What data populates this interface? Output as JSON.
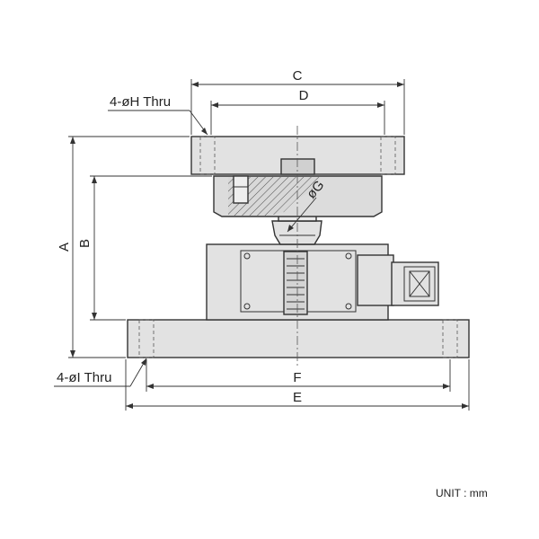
{
  "dimensions": {
    "A": "A",
    "B": "B",
    "C": "C",
    "D": "D",
    "E": "E",
    "F": "F",
    "G": "øG",
    "top_holes": "4-øH Thru",
    "bottom_holes": "4-øI Thru"
  },
  "unit_label": "UNIT : mm"
}
